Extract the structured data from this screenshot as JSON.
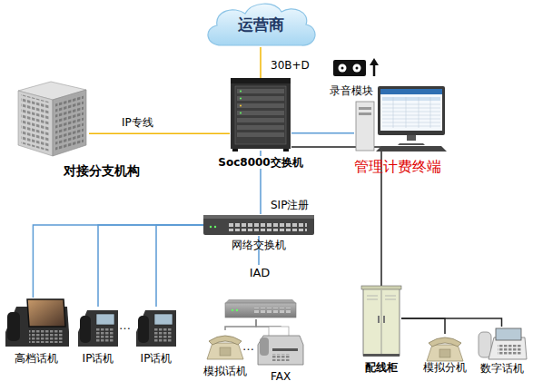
{
  "diagram": {
    "nodes": [
      {
        "text": [
          "运营商"
        ]
      },
      {
        "text": [
          "Soc8000交换机"
        ]
      },
      {
        "text": [
          "对接分支机构"
        ]
      },
      {
        "text": [
          "录音模块"
        ]
      },
      {
        "text": [
          "管理计费终端"
        ]
      },
      {
        "text": [
          "网络交换机"
        ]
      },
      {
        "text": [
          "高档话机"
        ]
      },
      {
        "text": [
          "IP话机"
        ]
      },
      {
        "text": [
          "IP话机"
        ]
      },
      {
        "text": [
          "IAD"
        ]
      },
      {
        "text": [
          "模拟话机"
        ]
      },
      {
        "text": [
          "FAX"
        ]
      },
      {
        "text": [
          "配线柜"
        ]
      },
      {
        "text": [
          "模拟分机"
        ]
      },
      {
        "text": [
          "数字话机"
        ]
      }
    ],
    "edges": [
      {
        "from": 0,
        "to": 1,
        "label": "30B+D",
        "arrow": "none"
      },
      {
        "from": 2,
        "to": 1,
        "label": "IP专线",
        "arrow": "none"
      },
      {
        "from": 1,
        "to": 4,
        "arrow": "none"
      },
      {
        "from": 1,
        "to": 5,
        "label": "SIP注册",
        "arrow": "none"
      },
      {
        "from": 5,
        "to": 6,
        "arrow": "none"
      },
      {
        "from": 5,
        "to": 7,
        "arrow": "none"
      },
      {
        "from": 5,
        "to": 8,
        "arrow": "none"
      },
      {
        "from": 5,
        "to": 9,
        "arrow": "none"
      },
      {
        "from": 9,
        "to": 10,
        "arrow": "none"
      },
      {
        "from": 9,
        "to": 11,
        "arrow": "none"
      },
      {
        "from": 1,
        "to": 12,
        "arrow": "none"
      },
      {
        "from": 12,
        "to": 13,
        "arrow": "none"
      },
      {
        "from": 12,
        "to": 14,
        "arrow": "none"
      }
    ],
    "labels": [
      "…",
      "…"
    ]
  }
}
